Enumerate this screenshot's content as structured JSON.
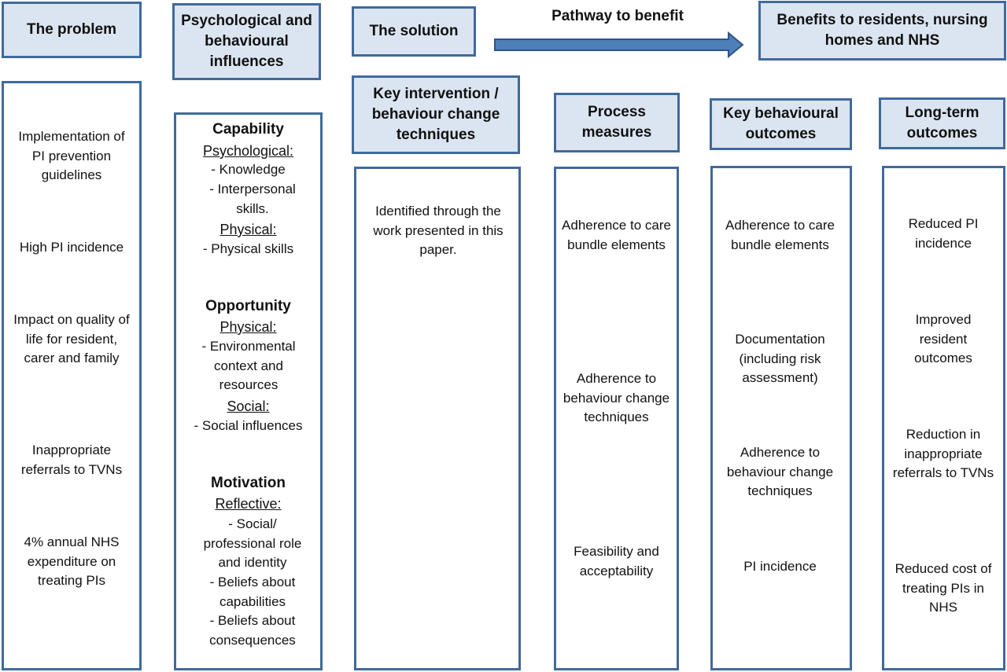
{
  "headers": {
    "problem": "The problem",
    "influences": "Psychological and behavioural influences",
    "solution": "The solution",
    "pathway": "Pathway to benefit",
    "benefits": "Benefits to residents, nursing homes and NHS",
    "intervention": "Key intervention / behaviour change techniques",
    "process": "Process measures",
    "behavioural": "Key behavioural outcomes",
    "longterm": "Long-term outcomes"
  },
  "problem": [
    "Implementation of PI prevention guidelines",
    "High PI incidence",
    "Impact on quality of life for resident, carer and family",
    "Inappropriate referrals to TVNs",
    "4% annual NHS expenditure on treating PIs"
  ],
  "influences": {
    "capability": "Capability",
    "psychological": "Psychological:",
    "knowledge": "- Knowledge",
    "interpersonal": "- Interpersonal skills.",
    "physical_cap": "Physical:",
    "physical_skills": "- Physical skills",
    "opportunity": "Opportunity",
    "physical_opp": "Physical:",
    "environmental": "- Environmental context and resources",
    "social": "Social:",
    "social_influences": "- Social influences",
    "motivation": "Motivation",
    "reflective": "Reflective:",
    "role": "- Social/ professional role and identity",
    "beliefs_cap": "- Beliefs about capabilities",
    "beliefs_cons": "- Beliefs about consequences"
  },
  "intervention": [
    "Identified through the work presented in this paper."
  ],
  "process": [
    "Adherence to care bundle elements",
    "Adherence to behaviour change techniques",
    "Feasibility and acceptability"
  ],
  "behavioural": [
    "Adherence to care bundle elements",
    "Documentation (including risk assessment)",
    "Adherence to behaviour change techniques",
    "PI incidence"
  ],
  "longterm": [
    "Reduced PI incidence",
    "Improved resident outcomes",
    "Reduction in inappropriate referrals to TVNs",
    "Reduced cost of treating PIs in NHS"
  ]
}
